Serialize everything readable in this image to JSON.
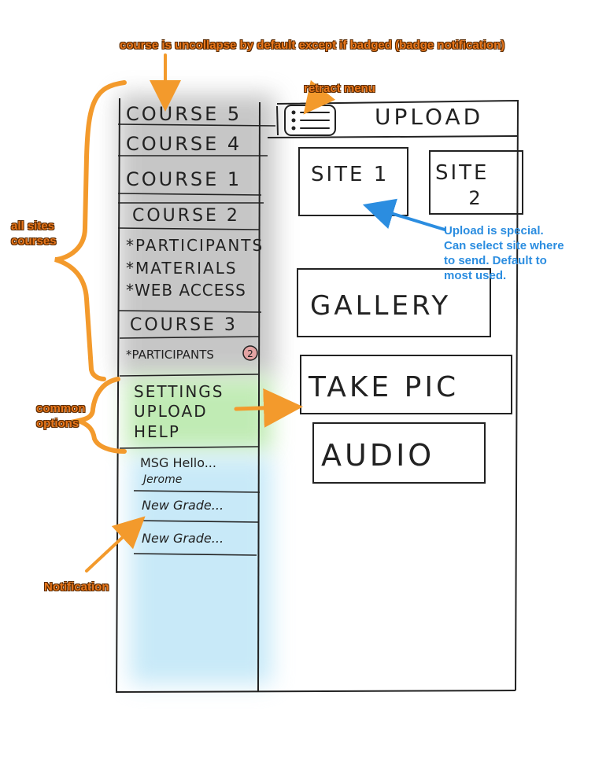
{
  "annotations": {
    "courses_default": "course is uncollapse by default except if badged (badge notification)",
    "retract_menu": "retract menu",
    "all_sites": [
      "all sites",
      "courses"
    ],
    "common_options": [
      "common",
      "options"
    ],
    "notification": "Notification",
    "upload_special": [
      "Upload is special.",
      "Can select site where",
      "to send. Default to",
      "most used."
    ]
  },
  "sidebar": {
    "courses": [
      "COURSE 5",
      "COURSE 4",
      "COURSE 1",
      "COURSE 2",
      "COURSE 3"
    ],
    "course2_items": [
      "*PARTICIPANTS",
      "*MATERIALS",
      "*WEB ACCESS"
    ],
    "course3_items": [
      "*PARTICIPANTS"
    ],
    "course3_badge": "2",
    "common_options": [
      "SETTINGS",
      "UPLOAD",
      "HELP"
    ],
    "notifications": [
      [
        "MSG Hello...",
        "Jerome"
      ],
      [
        "New Grade..."
      ],
      [
        "New Grade..."
      ]
    ]
  },
  "main": {
    "title": "UPLOAD",
    "sites": [
      [
        "SITE 1"
      ],
      [
        "SITE",
        "2"
      ]
    ],
    "actions": [
      "GALLERY",
      "TAKE PIC",
      "AUDIO"
    ]
  },
  "colors": {
    "annotation_orange": "#e8761b",
    "annotation_blue": "#2b8de0",
    "courses_shade": "#bdbdbd",
    "options_shade": "#b6e8a8",
    "notifications_shade": "#bfe6f7",
    "badge": "#e3a3a3"
  }
}
